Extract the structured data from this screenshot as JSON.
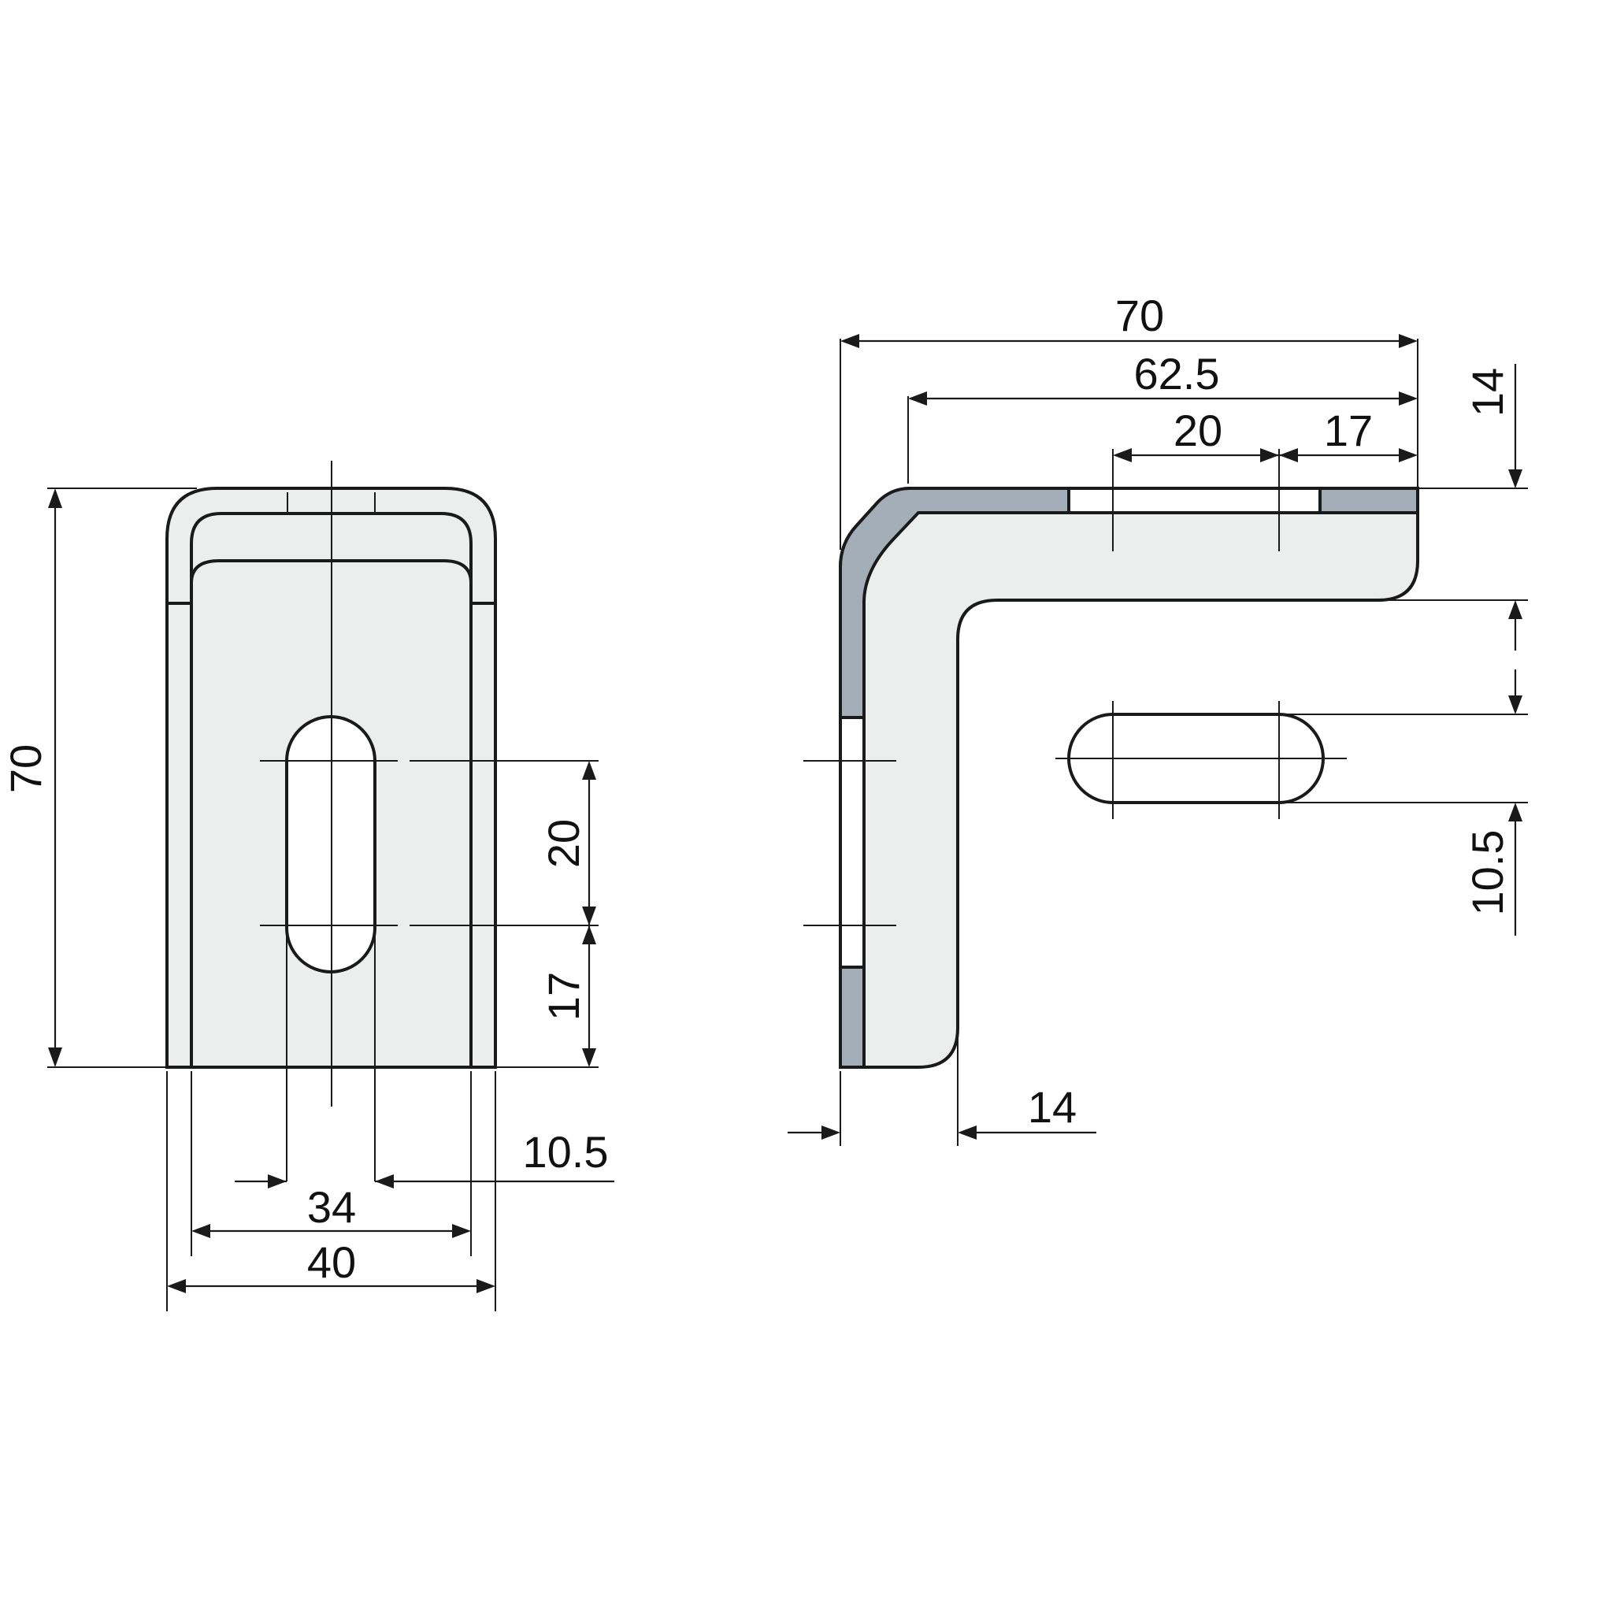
{
  "front_view": {
    "height": "70",
    "slot_length": "20",
    "slot_offset": "17",
    "slot_width": "10.5",
    "inner_width": "34",
    "outer_width": "40"
  },
  "side_view": {
    "overall_length": "70",
    "flange_length": "62.5",
    "slot_length": "20",
    "slot_offset": "17",
    "top_offset": "14",
    "slot_width": "10.5",
    "leg_thickness": "14"
  },
  "colors": {
    "part_fill": "#eceeee",
    "section_fill": "#a4aeb8",
    "line": "#1a1a1a"
  }
}
